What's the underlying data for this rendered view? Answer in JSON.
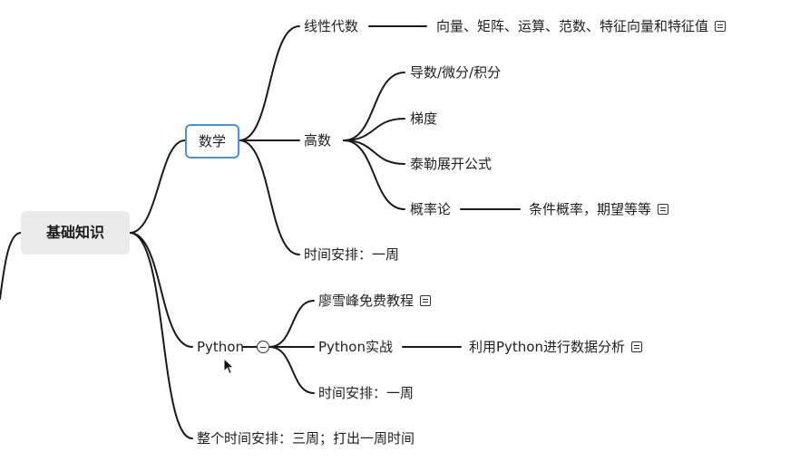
{
  "mindmap": {
    "root": "基础知识",
    "math": {
      "label": "数学",
      "linear_algebra": {
        "label": "线性代数",
        "detail": "向量、矩阵、运算、范数、特征向量和特征值",
        "detail_icon": "note-icon"
      },
      "calculus": {
        "label": "高数",
        "items": [
          "导数/微分/积分",
          "梯度",
          "泰勒展开公式"
        ],
        "probability": {
          "label": "概率论",
          "detail": "条件概率，期望等等",
          "detail_icon": "note-icon"
        }
      },
      "schedule": "时间安排：一周"
    },
    "python": {
      "label": "Python",
      "toggle_symbol": "−",
      "tutorial": {
        "label": "廖雪峰免费教程",
        "icon": "note-icon"
      },
      "practice": {
        "label": "Python实战",
        "detail": "利用Python进行数据分析",
        "detail_icon": "note-icon"
      },
      "schedule": "时间安排：一周"
    },
    "overall_schedule": "整个时间安排：三周；打出一周时间"
  },
  "colors": {
    "edge": "#1a1a1a",
    "root_fill": "#ebebeb",
    "selection_border": "#4a90e2"
  },
  "icons": {
    "cursor": "mouse-pointer-icon",
    "collapse": "collapse-toggle-icon"
  }
}
